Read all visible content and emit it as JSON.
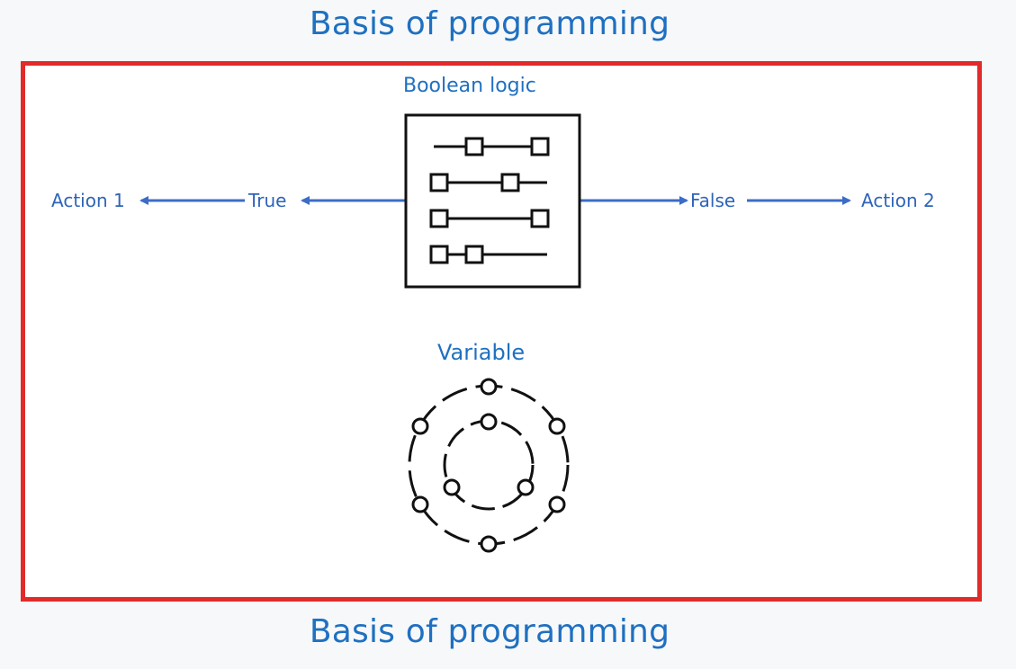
{
  "title_top": "Basis of programming",
  "title_bottom": "Basis of programming",
  "diagram": {
    "boolean_logic": {
      "label": "Boolean logic",
      "icon": "toggle-switches-icon",
      "true_label": "True",
      "false_label": "False"
    },
    "actions": {
      "left": "Action 1",
      "right": "Action 2"
    },
    "variable": {
      "label": "Variable",
      "icon": "orbit-circles-icon"
    }
  },
  "colors": {
    "heading": "#1f70c1",
    "arrow": "#3b6cc7",
    "frame_border": "#e12a2a"
  }
}
